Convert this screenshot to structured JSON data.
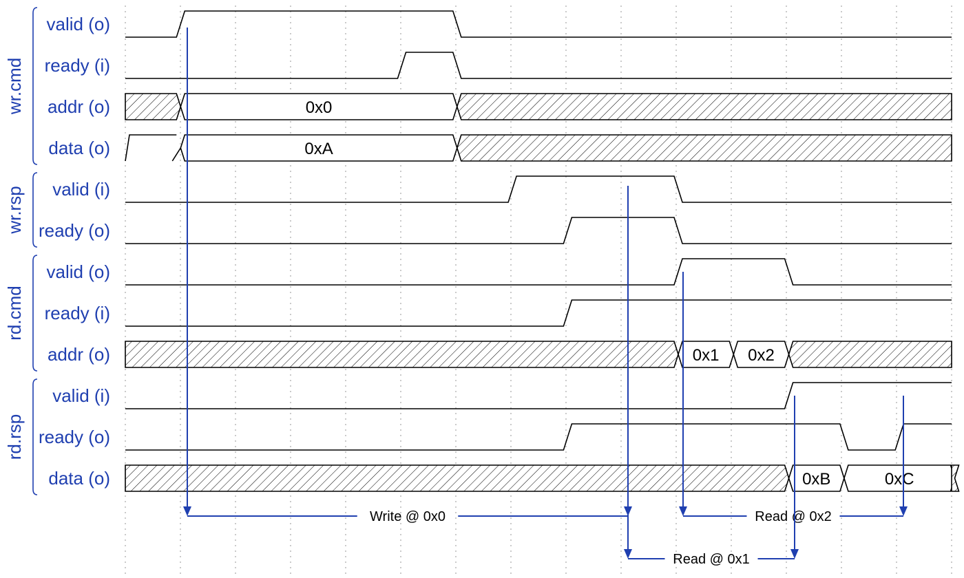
{
  "groups": [
    {
      "label": "wr.cmd",
      "signals": [
        {
          "label": "valid (o)",
          "kind": "wire",
          "wave": "0 1 1 1 1 1 0 0 0 0 0 0 0 0 0 0 0 0 0 0 0 0 0 0 0 0 0 0 0 0 0 0 0 0 0 0 0 0 0 0 0 0 0 0 0 0"
        },
        {
          "label": "ready (i)",
          "kind": "wire",
          "wave": "0 0 0 0 0 1 0 0 0 0 0 0 0 0 0 0 0 0 0 0 0 0 0 0 0 0 0 0 0 0 0 0 0 0 0 0 0 0 0 0 0 0 0 0 0 0"
        },
        {
          "label": "addr (o)",
          "kind": "bus",
          "segments": [
            {
              "t": 0,
              "x": true
            },
            {
              "t": 1,
              "text": "0x0"
            },
            {
              "t": 6,
              "x": true
            }
          ]
        },
        {
          "label": "data (o)",
          "kind": "bus",
          "segments": [
            {
              "t": 0,
              "none": true
            },
            {
              "t": 1,
              "text": "0xA"
            },
            {
              "t": 6,
              "x": true
            }
          ]
        }
      ]
    },
    {
      "label": "wr.rsp",
      "signals": [
        {
          "label": "valid (i)",
          "kind": "wire",
          "wave": "0 0 0 0 0 0 0 1 1 1 0 0 0 0 0 0 0 0 0 0 0 0 0 0 0 0 0 0 0 0 0 0 0 0 0 0 0 0 0 0 0 0 0 0 0 0"
        },
        {
          "label": "ready (o)",
          "kind": "wire",
          "wave": "0 0 0 0 0 0 0 0 1 1 0 0 0 0 0 0 0 0 0 0 0 0 0 0 0 0 0 0 0 0 0 0 0 0 0 0 0 0 0 0 0 0 0 0 0 0"
        }
      ]
    },
    {
      "label": "rd.cmd",
      "signals": [
        {
          "label": "valid (o)",
          "kind": "wire",
          "wave": "0 0 0 0 0 0 0 0 0 0 1 1 0 0 0 0 0 0 0 0 0 0 0 0 0 0 0 0 0 0 0 0 0 0 0 0 0 0 0 0 0 0 0 0 0 0"
        },
        {
          "label": "ready (i)",
          "kind": "wire",
          "wave": "0 0 0 0 0 0 0 0 1 1 1 1 1 1 1 1 1 1 1 1 1 1 1 1 1 1 1 1 1 1 1 1 1 1 1 1 1 1 1 1 1 1 1 1 1 1"
        },
        {
          "label": "addr (o)",
          "kind": "bus",
          "segments": [
            {
              "t": 0,
              "x": true
            },
            {
              "t": 10,
              "text": "0x1"
            },
            {
              "t": 11,
              "text": "0x2"
            },
            {
              "t": 12,
              "x": true
            }
          ]
        }
      ]
    },
    {
      "label": "rd.rsp",
      "signals": [
        {
          "label": "valid (i)",
          "kind": "wire",
          "wave": "0 0 0 0 0 0 0 0 0 0 0 0 1 1 1 0 0 0 0 0 0 0 0 0 0 0 0 0 0 0 0 0 0 0 0 0 0 0 0 0 0 0 0 0 0 0"
        },
        {
          "label": "ready (o)",
          "kind": "wire",
          "wave": "0 0 0 0 0 0 0 0 1 1 1 1 1 0 1 1 1 1 1 1 1 1 1 1 1 1 1 1 1 1 1 1 1 1 1 1 1 1 1 1 1 1 1 1 1 1"
        },
        {
          "label": "data (o)",
          "kind": "bus",
          "segments": [
            {
              "t": 0,
              "x": true
            },
            {
              "t": 12,
              "text": "0xB"
            },
            {
              "t": 13,
              "text": "0xC"
            },
            {
              "t": 15,
              "x": true
            }
          ]
        }
      ]
    }
  ],
  "annotations": [
    {
      "label": "Write @ 0x0",
      "from": 1,
      "to": 10,
      "row": 0
    },
    {
      "label": "Read @ 0x2",
      "from": 11,
      "to": 15,
      "row": 0
    },
    {
      "label": "Read @ 0x1",
      "from": 10,
      "to": 13,
      "row": 1
    }
  ],
  "colors": {
    "accent": "#1f3fb0",
    "grid": "#b8b8b8",
    "line": "#000000"
  }
}
